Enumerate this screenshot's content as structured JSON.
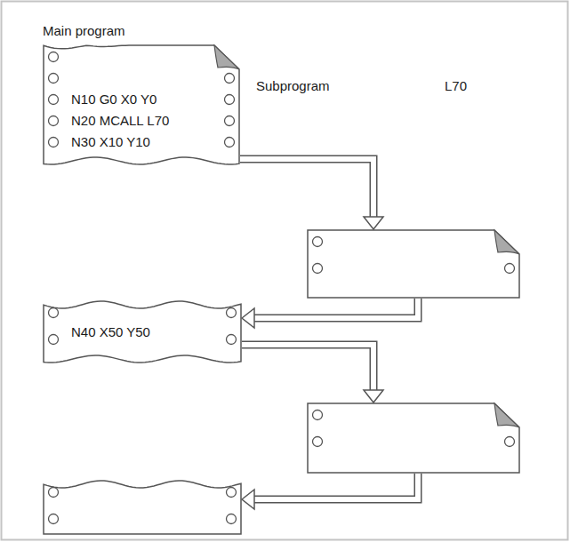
{
  "diagram": {
    "nodes": [
      {
        "text": [
          "Main program",
          "N10 G0 X0 Y0",
          "N20 MCALL L70",
          "N30 X10 Y10"
        ]
      },
      {
        "text": []
      },
      {
        "text": [
          "N40 X50 Y50"
        ]
      },
      {
        "text": []
      },
      {
        "text": []
      }
    ],
    "edges": [
      {
        "from": 0,
        "to": 1,
        "arrow": "to"
      },
      {
        "from": 1,
        "to": 2,
        "arrow": "to"
      },
      {
        "from": 2,
        "to": 3,
        "arrow": "to"
      },
      {
        "from": 3,
        "to": 4,
        "arrow": "to"
      }
    ],
    "labels": [
      "Subprogram",
      "L70"
    ]
  }
}
